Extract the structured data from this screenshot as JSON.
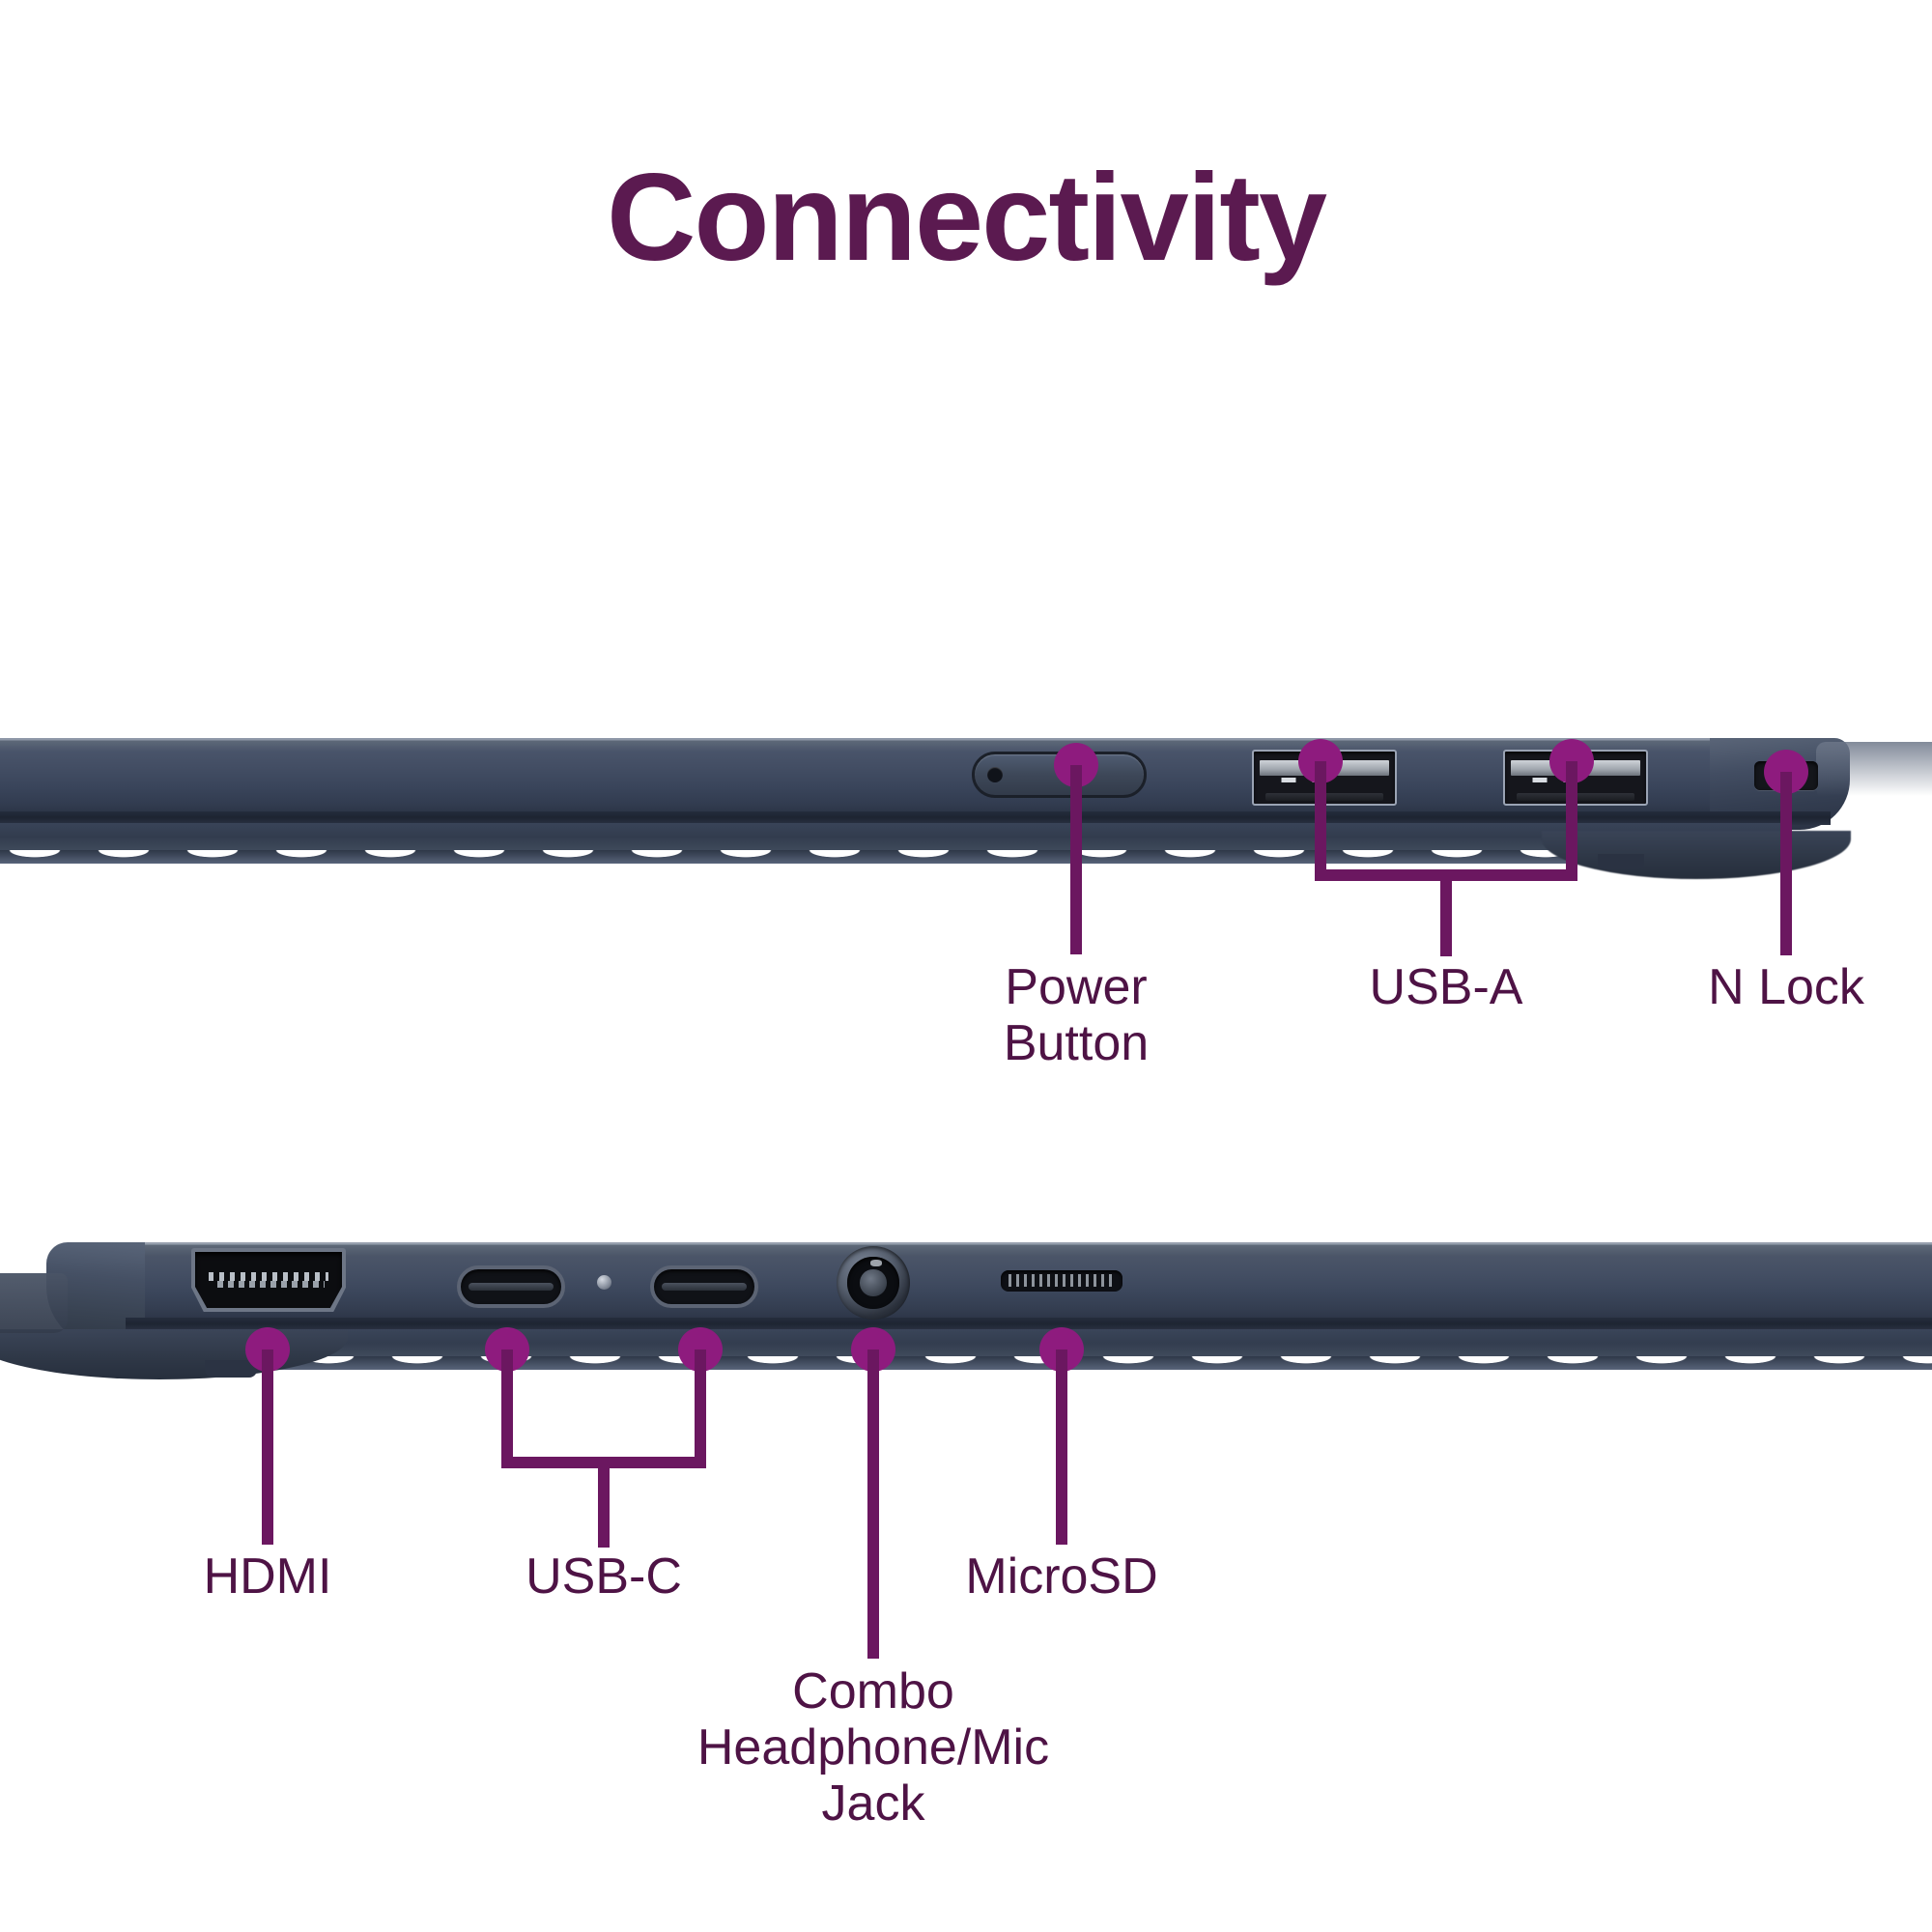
{
  "page": {
    "title": "Connectivity",
    "background": "#FFFFFF",
    "title_color": "#5B1A50",
    "accent_color": "#6B1760",
    "dot_color": "#8E1B7E",
    "label_color": "#4E1345",
    "device_color": "#3A4558"
  },
  "devices": [
    {
      "name": "laptop-right-side",
      "description": "Laptop right edge profile view",
      "ports": [
        {
          "id": "power-button",
          "label": "Power\nButton",
          "icon": "power-button-icon"
        },
        {
          "id": "usb-a",
          "label": "USB-A",
          "icon": "usb-a-port-icon",
          "count": 2
        },
        {
          "id": "n-lock",
          "label": "N Lock",
          "icon": "kensington-lock-icon",
          "count": 1
        }
      ]
    },
    {
      "name": "laptop-left-side",
      "description": "Laptop left edge profile view",
      "ports": [
        {
          "id": "hdmi",
          "label": "HDMI",
          "icon": "hdmi-port-icon",
          "count": 1
        },
        {
          "id": "usb-c",
          "label": "USB-C",
          "icon": "usb-c-port-icon",
          "count": 2
        },
        {
          "id": "combo-jack",
          "label": "Combo\nHeadphone/Mic\nJack",
          "icon": "audio-jack-icon",
          "count": 1
        },
        {
          "id": "microsd",
          "label": "MicroSD",
          "icon": "microsd-slot-icon",
          "count": 1
        }
      ]
    }
  ],
  "labels": {
    "power_button": "Power\nButton",
    "usb_a": "USB-A",
    "n_lock": "N Lock",
    "hdmi": "HDMI",
    "usb_c": "USB-C",
    "combo_jack": "Combo\nHeadphone/Mic\nJack",
    "microsd": "MicroSD"
  }
}
